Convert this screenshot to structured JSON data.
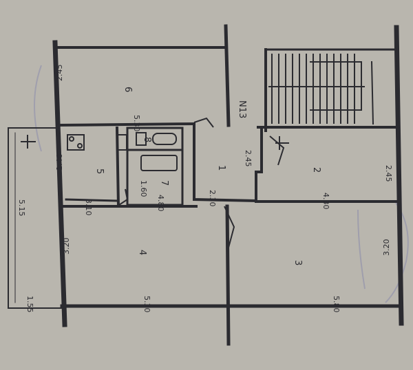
{
  "plan": {
    "colors": {
      "paper": "#b9b6ae",
      "line": "#2b2b30",
      "stamp": "#7f7fa3"
    },
    "rooms": [
      {
        "id": "r1",
        "label": "1"
      },
      {
        "id": "r2",
        "label": "2"
      },
      {
        "id": "r3",
        "label": "3"
      },
      {
        "id": "r4",
        "label": "4"
      },
      {
        "id": "r5",
        "label": "5"
      },
      {
        "id": "r6",
        "label": "6"
      },
      {
        "id": "r7",
        "label": "7"
      },
      {
        "id": "r8",
        "label": "8"
      }
    ],
    "dimensions": [
      {
        "id": "d245a",
        "text": "2.45"
      },
      {
        "id": "d530top",
        "text": "5.30"
      },
      {
        "id": "d245mid",
        "text": "2.45"
      },
      {
        "id": "d245right",
        "text": "2.45"
      },
      {
        "id": "d430",
        "text": "4.30"
      },
      {
        "id": "d230",
        "text": "2.30"
      },
      {
        "id": "d160",
        "text": "1.60"
      },
      {
        "id": "d480",
        "text": "4.80"
      },
      {
        "id": "d146",
        "text": "1.46"
      },
      {
        "id": "d310",
        "text": "3.10"
      },
      {
        "id": "d515",
        "text": "5.15"
      },
      {
        "id": "d155",
        "text": "1.55"
      },
      {
        "id": "d530bot",
        "text": "5.30"
      },
      {
        "id": "d580",
        "text": "5.80"
      },
      {
        "id": "d320right",
        "text": "3.20"
      },
      {
        "id": "d320left",
        "text": "3.20"
      }
    ],
    "stair_label": "N13"
  }
}
